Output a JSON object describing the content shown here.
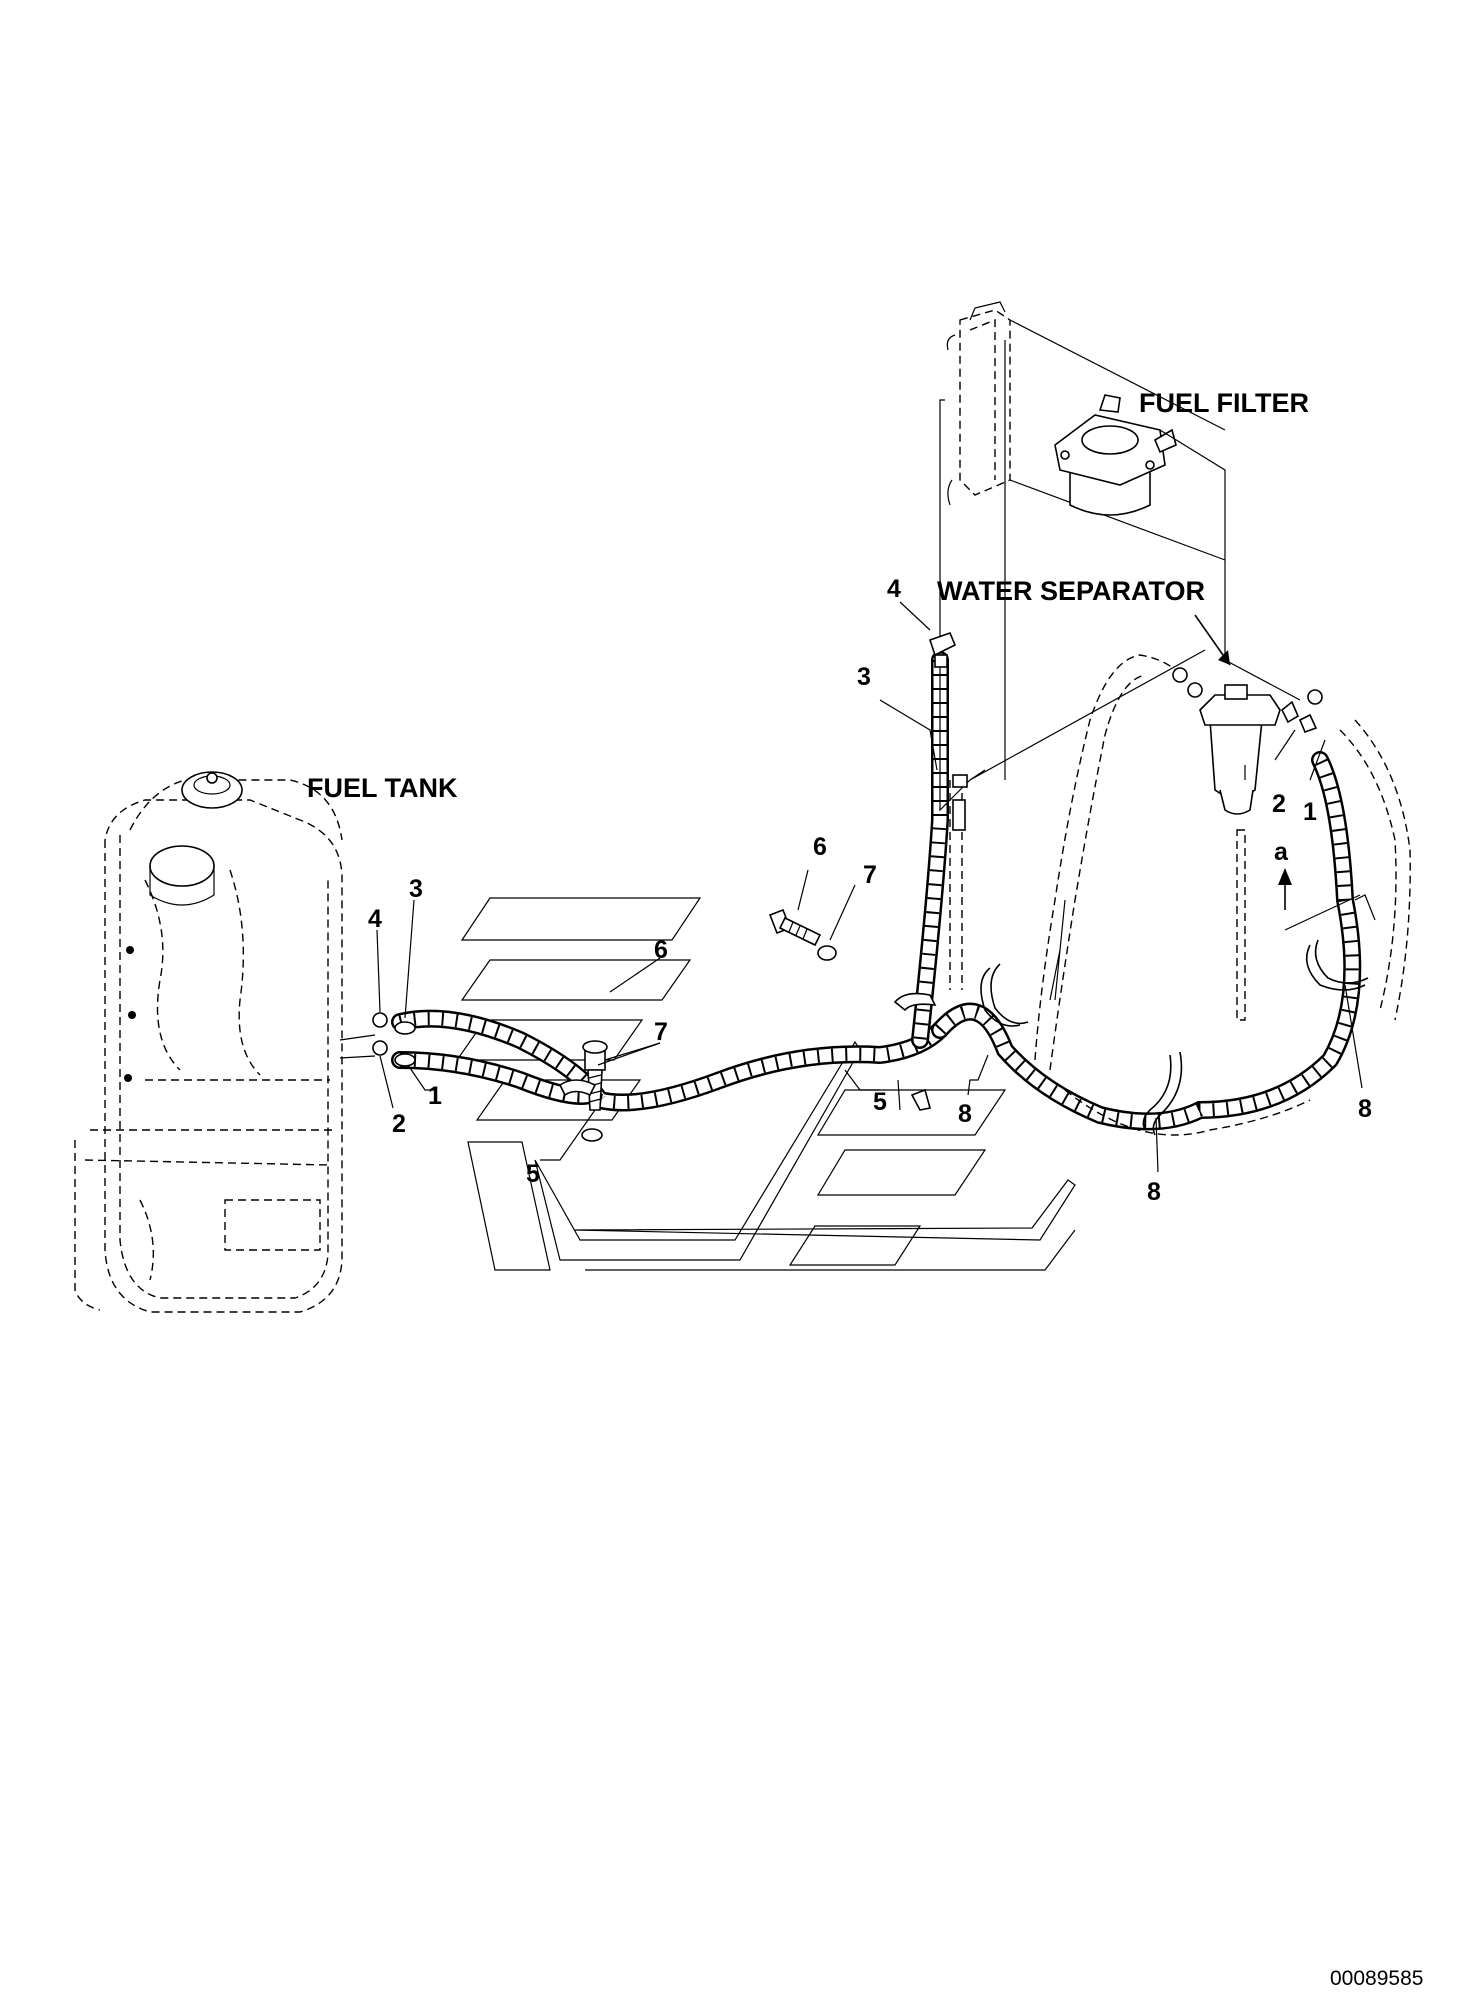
{
  "labels": {
    "fuel_tank": "FUEL TANK",
    "fuel_filter": "FUEL FILTER",
    "water_separator": "WATER SEPARATOR",
    "view_arrow": "a"
  },
  "callouts": {
    "hose_1": "1",
    "clamp_2": "2",
    "hose_3": "3",
    "clip_4": "4",
    "clamp_5": "5",
    "bolt_6": "6",
    "washer_7": "7",
    "band_8": "8"
  },
  "document_number": "00089585"
}
